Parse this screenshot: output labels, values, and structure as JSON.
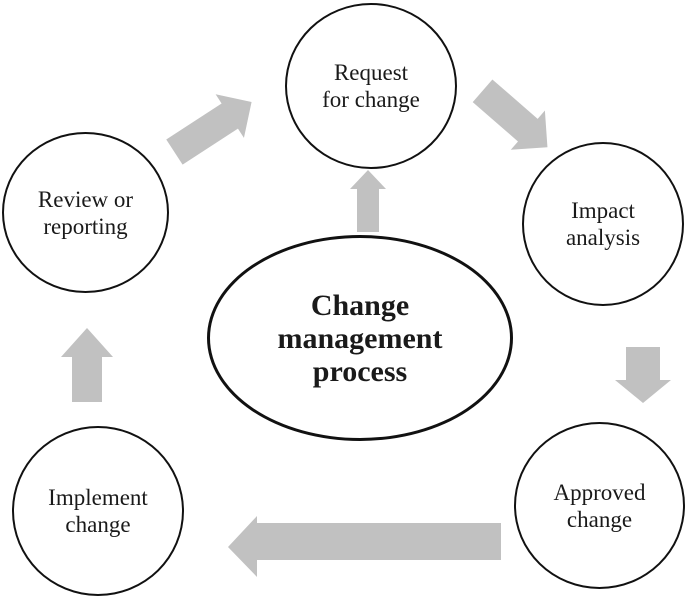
{
  "diagram": {
    "background_color": "#ffffff",
    "outline_color": "#111111",
    "text_color": "#1a1a1a",
    "arrow_color": "#c1c1c1",
    "center_node": {
      "id": "change-management-process",
      "shape": "ellipse",
      "label": "Change\nmanagement\nprocess"
    },
    "nodes": [
      {
        "id": "request-for-change",
        "shape": "circle",
        "label": "Request\nfor change"
      },
      {
        "id": "impact-analysis",
        "shape": "circle",
        "label": "Impact\nanalysis"
      },
      {
        "id": "approved-change",
        "shape": "circle",
        "label": "Approved\nchange"
      },
      {
        "id": "implement-change",
        "shape": "circle",
        "label": "Implement\nchange"
      },
      {
        "id": "review-or-reporting",
        "shape": "circle",
        "label": "Review or\nreporting"
      }
    ],
    "arrows": [
      {
        "from": "change-management-process",
        "to": "request-for-change"
      },
      {
        "from": "review-or-reporting",
        "to": "request-for-change"
      },
      {
        "from": "request-for-change",
        "to": "impact-analysis"
      },
      {
        "from": "impact-analysis",
        "to": "approved-change"
      },
      {
        "from": "approved-change",
        "to": "implement-change"
      },
      {
        "from": "implement-change",
        "to": "review-or-reporting"
      }
    ]
  }
}
